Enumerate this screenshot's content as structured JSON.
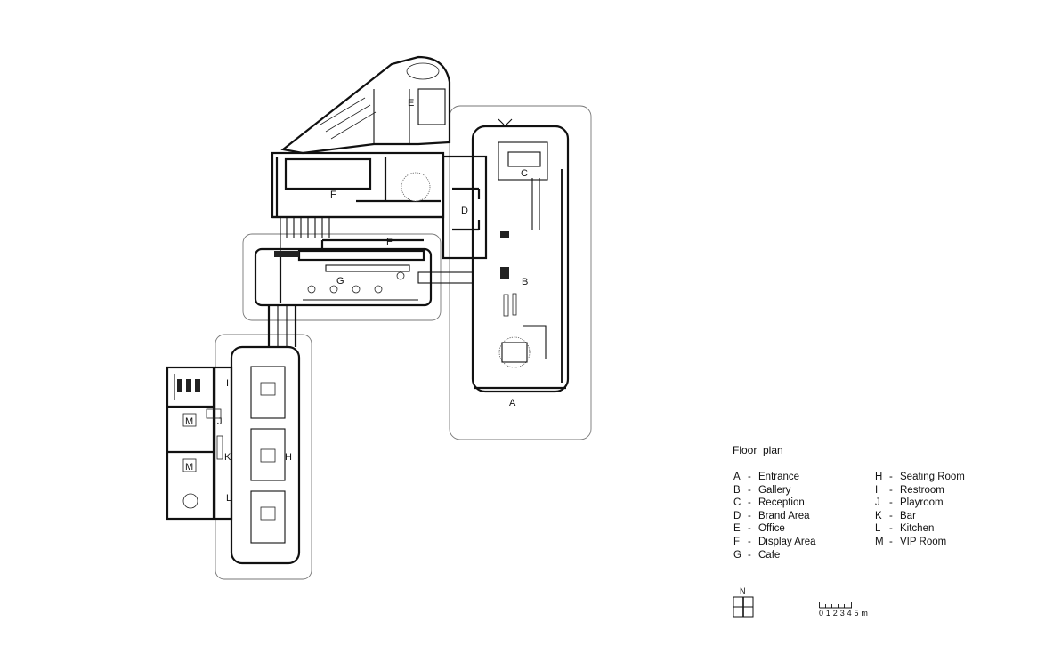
{
  "plan": {
    "zones": [
      {
        "letter": "A"
      },
      {
        "letter": "B"
      },
      {
        "letter": "C"
      },
      {
        "letter": "D"
      },
      {
        "letter": "E"
      },
      {
        "letter": "F"
      },
      {
        "letter": "F"
      },
      {
        "letter": "G"
      },
      {
        "letter": "H"
      },
      {
        "letter": "I"
      },
      {
        "letter": "J"
      },
      {
        "letter": "K"
      },
      {
        "letter": "L"
      },
      {
        "letter": "M"
      },
      {
        "letter": "M"
      }
    ]
  },
  "legend": {
    "title": "Floor  plan",
    "left": [
      {
        "key": "A",
        "dash": "-",
        "name": "Entrance"
      },
      {
        "key": "B",
        "dash": "-",
        "name": "Gallery"
      },
      {
        "key": "C",
        "dash": "-",
        "name": "Reception"
      },
      {
        "key": "D",
        "dash": "-",
        "name": "Brand Area"
      },
      {
        "key": "E",
        "dash": "-",
        "name": "Office"
      },
      {
        "key": "F",
        "dash": "-",
        "name": "Display Area"
      },
      {
        "key": "G",
        "dash": "-",
        "name": "Cafe"
      }
    ],
    "right": [
      {
        "key": "H",
        "dash": "-",
        "name": "Seating Room"
      },
      {
        "key": "I",
        "dash": "-",
        "name": "Restroom"
      },
      {
        "key": "J",
        "dash": "-",
        "name": "Playroom"
      },
      {
        "key": "K",
        "dash": "-",
        "name": "Bar"
      },
      {
        "key": "L",
        "dash": "-",
        "name": "Kitchen"
      },
      {
        "key": "M",
        "dash": "-",
        "name": "VIP Room"
      }
    ]
  },
  "north": {
    "label": "N"
  },
  "scale": {
    "label": "0 1 2 3 4 5 m"
  }
}
